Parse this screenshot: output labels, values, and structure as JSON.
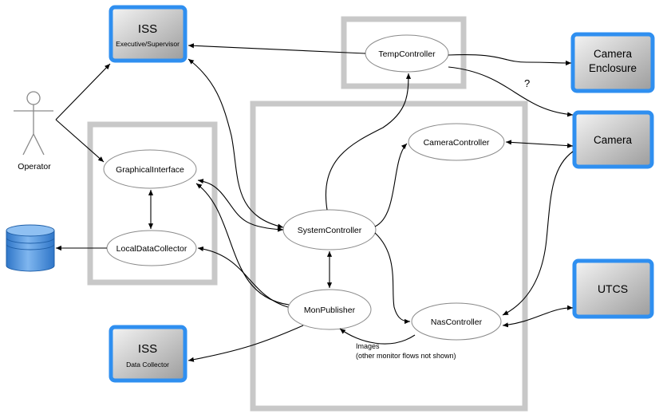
{
  "actors": {
    "operator": "Operator"
  },
  "external_systems": {
    "iss_exec": {
      "title": "ISS",
      "subtitle": "Executive/Supervisor"
    },
    "camera_enclosure": {
      "line1": "Camera",
      "line2": "Enclosure"
    },
    "camera": {
      "title": "Camera"
    },
    "utcs": {
      "title": "UTCS"
    },
    "iss_data": {
      "title": "ISS",
      "subtitle": "Data Collector"
    }
  },
  "components": {
    "temp_controller": "TempController",
    "camera_controller": "CameraController",
    "graphical_interface": "GraphicalInterface",
    "system_controller": "SystemController",
    "local_data_collector": "LocalDataCollector",
    "mon_publisher": "MonPublisher",
    "nas_controller": "NasController"
  },
  "annotations": {
    "question_mark": "?",
    "images_line1": "Images",
    "images_line2": "(other monitor flows not shown)"
  },
  "colors": {
    "external_border": "#2f8ff0",
    "group_border": "#c8c8c8",
    "ellipse_stroke": "#8a8a8a",
    "database_fill": "#4a90e2"
  }
}
